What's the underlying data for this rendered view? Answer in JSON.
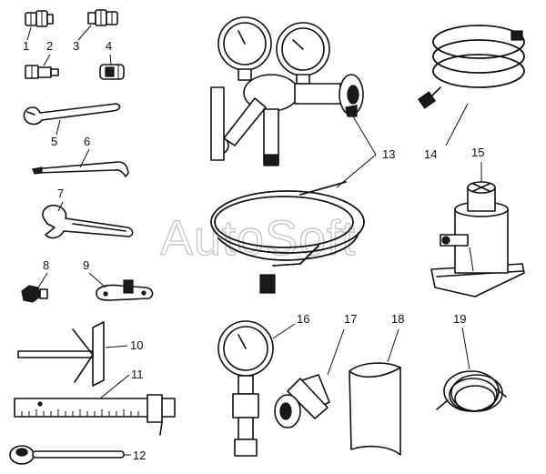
{
  "labels": {
    "l1": "1",
    "l2": "2",
    "l3": "3",
    "l4": "4",
    "l5": "5",
    "l6": "6",
    "l7": "7",
    "l8": "8",
    "l9": "9",
    "l10": "10",
    "l11": "11",
    "l12": "12",
    "l13": "13",
    "l14": "14",
    "l15": "15",
    "l16": "16",
    "l17": "17",
    "l18": "18",
    "l19": "19"
  },
  "watermark": "AutoSoft"
}
